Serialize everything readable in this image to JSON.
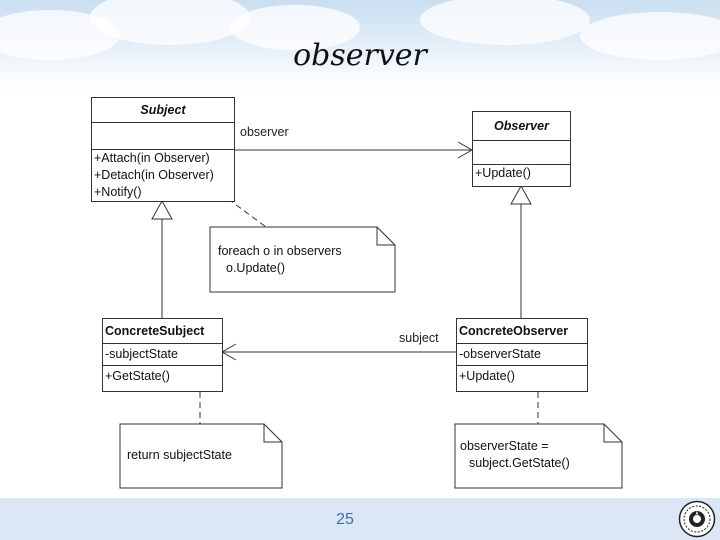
{
  "slide": {
    "title": "observer",
    "page_number": "25"
  },
  "diagram": {
    "subject": {
      "name": "Subject",
      "methods": [
        "+Attach(in Observer)",
        "+Detach(in Observer)",
        "+Notify()"
      ]
    },
    "observer": {
      "name": "Observer",
      "methods": [
        "+Update()"
      ]
    },
    "concrete_subject": {
      "name": "ConcreteSubject",
      "attributes": [
        "-subjectState"
      ],
      "methods": [
        "+GetState()"
      ]
    },
    "concrete_observer": {
      "name": "ConcreteObserver",
      "attributes": [
        "-observerState"
      ],
      "methods": [
        "+Update()"
      ]
    },
    "associations": {
      "observer_label": "observer",
      "subject_label": "subject"
    },
    "notes": {
      "notify": [
        "foreach o in observers",
        "o.Update()"
      ],
      "get_state": [
        "return subjectState"
      ],
      "update": [
        "observerState =",
        "subject.GetState()"
      ]
    }
  }
}
